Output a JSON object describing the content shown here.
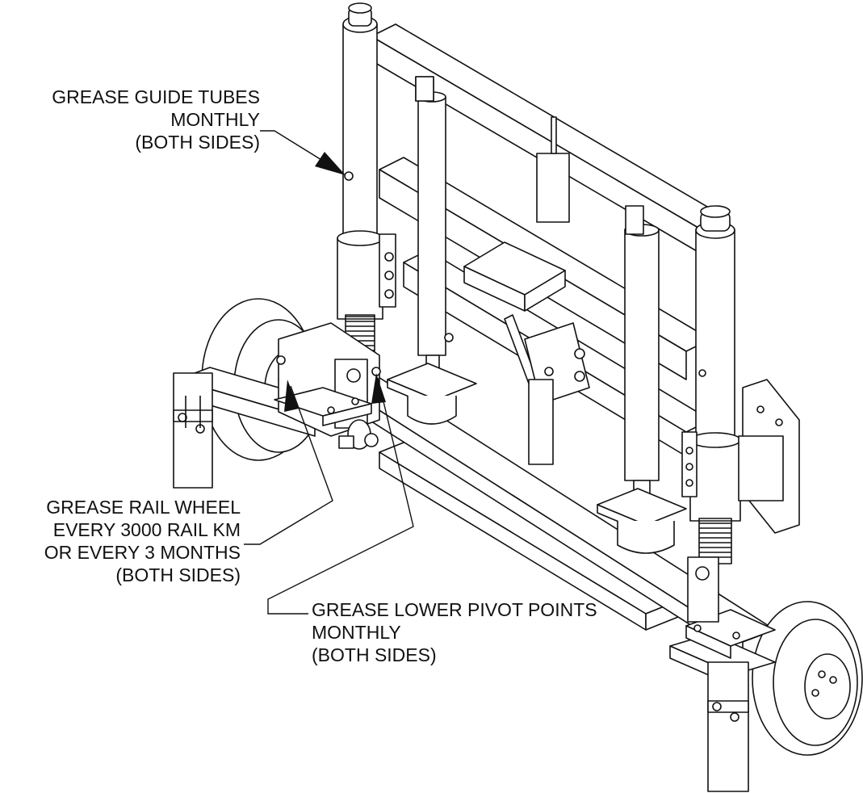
{
  "callouts": {
    "guide_tubes": {
      "line1": "GREASE GUIDE TUBES",
      "line2": "MONTHLY",
      "line3": "(BOTH SIDES)"
    },
    "rail_wheel": {
      "line1": "GREASE RAIL WHEEL",
      "line2": "EVERY 3000 RAIL KM",
      "line3": "OR EVERY 3 MONTHS",
      "line4": "(BOTH SIDES)"
    },
    "pivot_points": {
      "line1": "GREASE LOWER PIVOT POINTS",
      "line2": "MONTHLY",
      "line3": "(BOTH SIDES)"
    }
  },
  "colors": {
    "ink": "#111111",
    "background": "#ffffff"
  }
}
